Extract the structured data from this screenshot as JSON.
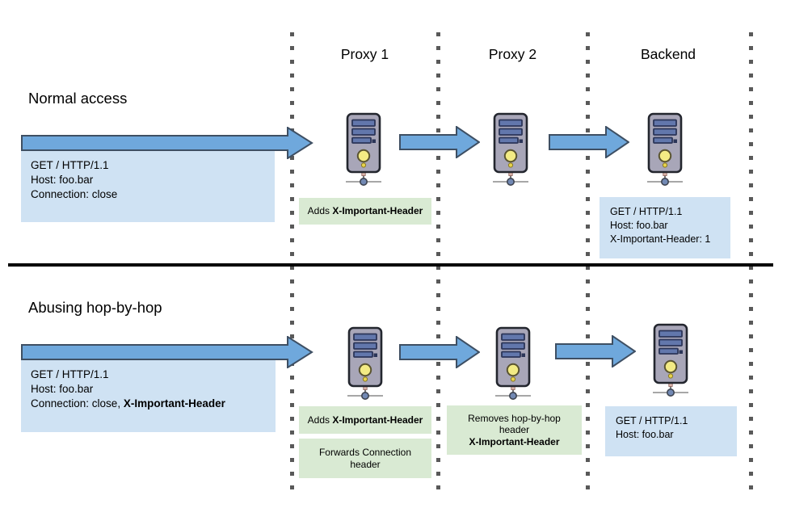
{
  "columns": {
    "proxy1": "Proxy 1",
    "proxy2": "Proxy 2",
    "backend": "Backend"
  },
  "normal": {
    "title": "Normal access",
    "request_box": {
      "l1": "GET / HTTP/1.1",
      "l2": "Host: foo.bar",
      "l3": "Connection: close"
    },
    "proxy1_note": {
      "prefix": "Adds ",
      "bold": "X-Important-Header"
    },
    "backend_box": {
      "l1": "GET / HTTP/1.1",
      "l2": "Host: foo.bar",
      "l3": "X-Important-Header: 1"
    }
  },
  "abuse": {
    "title": "Abusing hop-by-hop",
    "request_box": {
      "l1": "GET / HTTP/1.1",
      "l2": "Host: foo.bar",
      "l3_prefix": "Connection: close, ",
      "l3_bold": "X-Important-Header"
    },
    "proxy1_note1": {
      "prefix": "Adds ",
      "bold": "X-Important-Header"
    },
    "proxy1_note2": "Forwards Connection header",
    "proxy2_note": {
      "wrap": "Removes hop-by-hop header",
      "bold": "X-Important-Header"
    },
    "backend_box": {
      "l1": "GET / HTTP/1.1",
      "l2": "Host: foo.bar"
    }
  },
  "icons": {
    "server": "server-icon",
    "arrow": "block-arrow-right-icon"
  },
  "colors": {
    "arrow_fill": "#6fa8dc",
    "arrow_stroke": "#3e4f63",
    "request_box_bg": "#cfe2f3",
    "note_box_bg": "#d9ead3",
    "lane_dot": "#595959",
    "divider": "#000000",
    "server_body": "#a8a6b8",
    "server_slots": "#6277ac",
    "server_light": "#f3eb84"
  }
}
